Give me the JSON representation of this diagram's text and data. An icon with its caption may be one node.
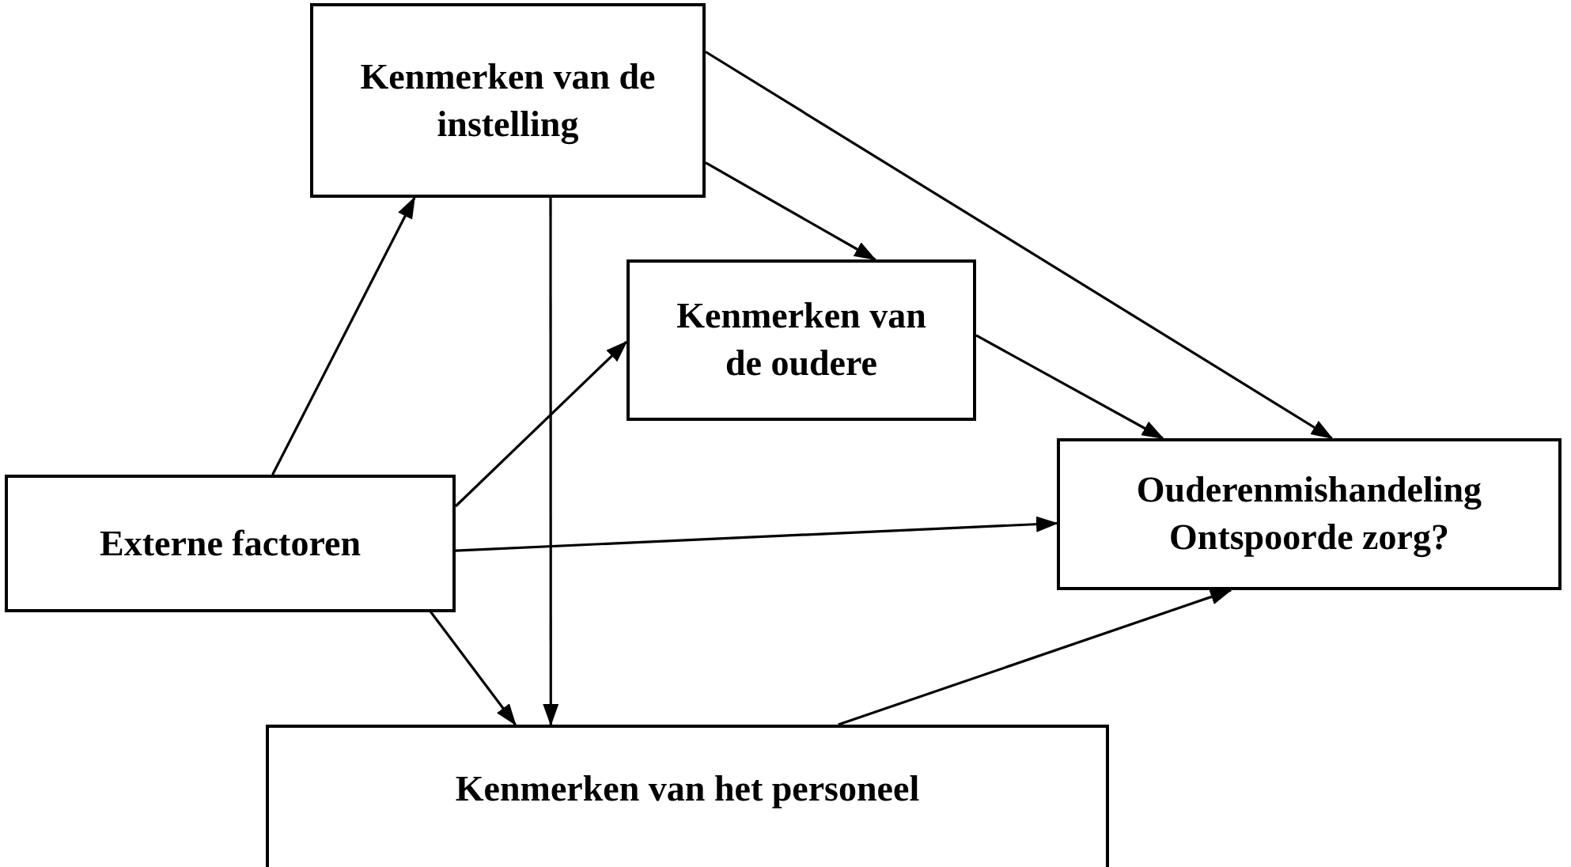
{
  "diagram": {
    "nodes": [
      {
        "text": [
          "Kenmerken van de instelling"
        ]
      },
      {
        "text": [
          "Kenmerken van de oudere"
        ]
      },
      {
        "text": [
          "Externe factoren"
        ]
      },
      {
        "text": [
          "Ouderenmishandeling Ontspoorde zorg?"
        ]
      },
      {
        "text": [
          "Kenmerken van het personeel"
        ]
      }
    ],
    "edges": [
      {
        "from": 2,
        "to": 0,
        "arrow": "to"
      },
      {
        "from": 2,
        "to": 1,
        "arrow": "to"
      },
      {
        "from": 2,
        "to": 3,
        "arrow": "to"
      },
      {
        "from": 2,
        "to": 4,
        "arrow": "to"
      },
      {
        "from": 0,
        "to": 4,
        "arrow": "to"
      },
      {
        "from": 0,
        "to": 1,
        "arrow": "to"
      },
      {
        "from": 0,
        "to": 3,
        "arrow": "to"
      },
      {
        "from": 1,
        "to": 3,
        "arrow": "to"
      },
      {
        "from": 4,
        "to": 3,
        "arrow": "to"
      }
    ]
  }
}
